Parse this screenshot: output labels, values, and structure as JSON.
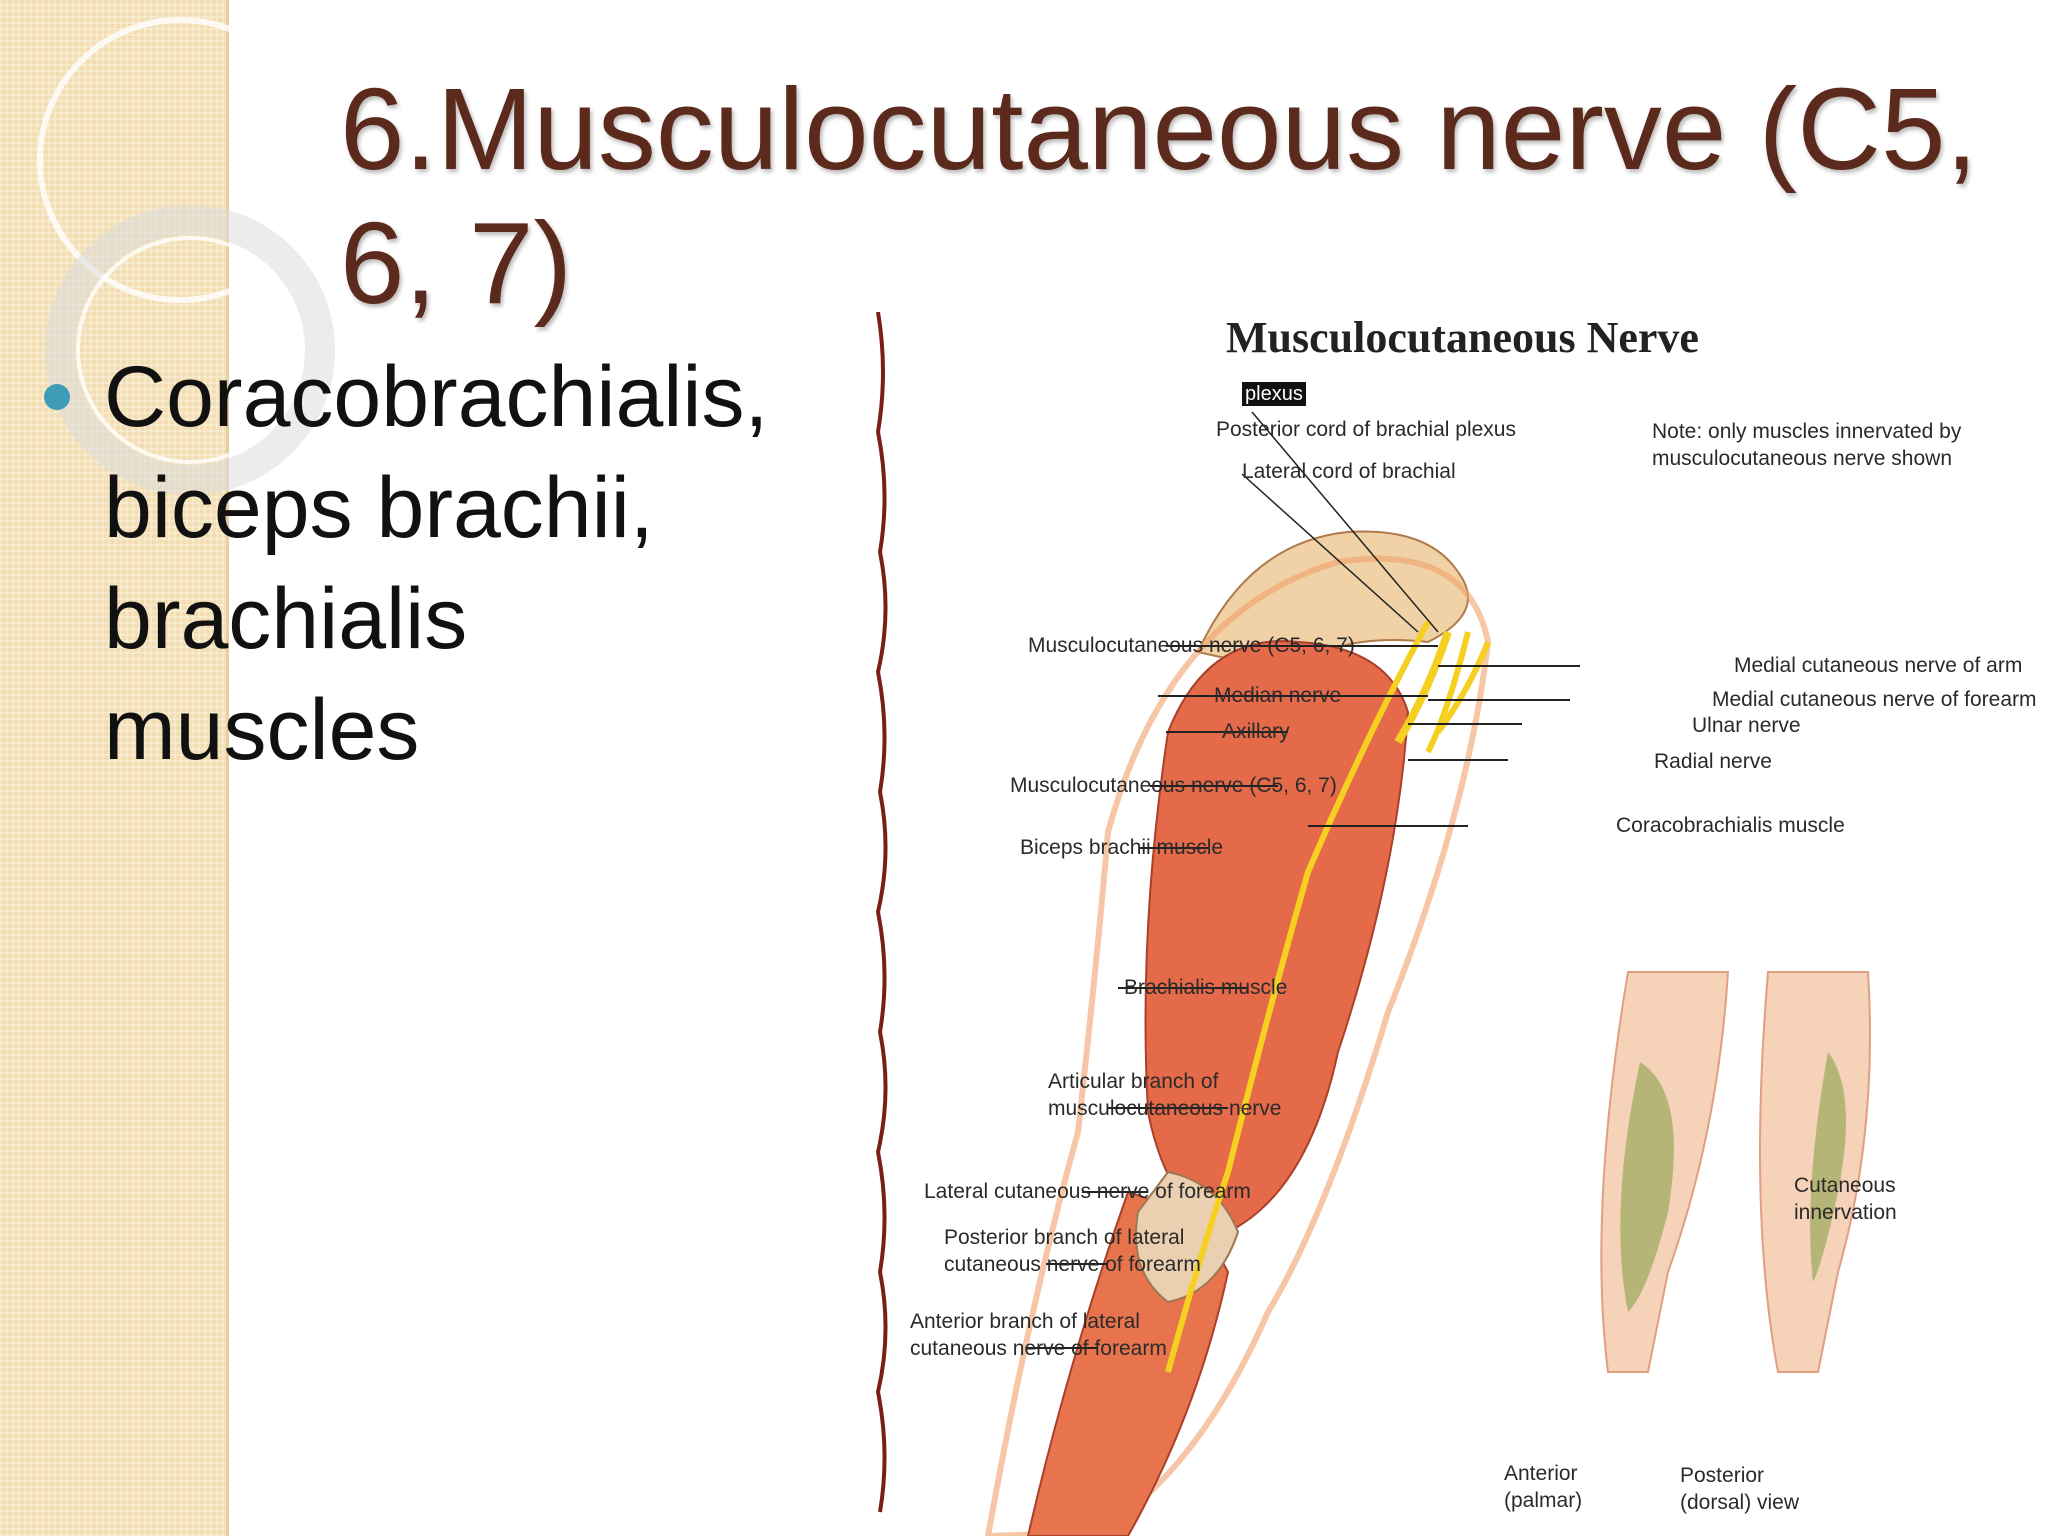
{
  "slide": {
    "title": "6.Musculocutaneous nerve (C5, 6, 7)",
    "bullet": "Coracobrachialis, biceps brachii, brachialis muscles"
  },
  "figure": {
    "title": "Musculocutaneous Nerve",
    "tag": "plexus",
    "note": "Note:  only muscles innervated by\nmusculocutaneous nerve shown",
    "labels": {
      "posterior_cord": "Posterior cord of brachial plexus",
      "lateral_cord": "Lateral cord of brachial",
      "musculocutaneous_upper": "Musculocutaneous nerve (C5, 6, 7)",
      "median_nerve": "Median nerve",
      "axillary": "Axillary",
      "musculocutaneous_lower": "Musculocutaneous nerve (C5, 6, 7)",
      "biceps": "Biceps brachii muscle",
      "brachialis": "Brachialis muscle",
      "articular_branch": "Articular branch of\nmusculocutaneous nerve",
      "lateral_cutaneous": "Lateral cutaneous nerve of forearm",
      "posterior_branch": "Posterior branch of lateral\ncutaneous nerve of forearm",
      "anterior_branch": "Anterior branch of lateral\ncutaneous nerve of forearm",
      "medial_cutaneous_arm": "Medial cutaneous nerve of arm",
      "medial_cutaneous_forearm": "Medial cutaneous nerve of forearm",
      "ulnar": "Ulnar nerve",
      "radial": "Radial nerve",
      "coracobrachialis": "Coracobrachialis muscle",
      "cutaneous_innervation": "Cutaneous\ninnervation",
      "anterior_view": "Anterior\n(palmar)",
      "posterior_view": "Posterior\n(dorsal) view"
    }
  }
}
